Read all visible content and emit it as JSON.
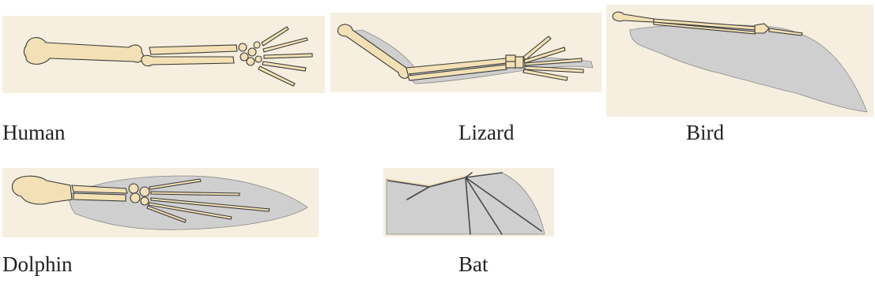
{
  "figures": [
    {
      "id": "human",
      "label": "Human"
    },
    {
      "id": "lizard",
      "label": "Lizard"
    },
    {
      "id": "bird",
      "label": "Bird"
    },
    {
      "id": "dolphin",
      "label": "Dolphin"
    },
    {
      "id": "bat",
      "label": "Bat"
    }
  ],
  "colors": {
    "panel_background": "#f6efdf",
    "bone": "#f3e1b5",
    "webbing": "#cfcfcf",
    "outline": "#3a3a3a"
  }
}
